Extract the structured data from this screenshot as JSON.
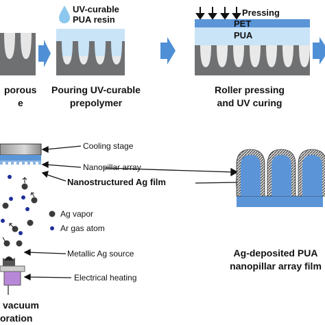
{
  "steps": [
    {
      "caption_line1": "porous",
      "caption_line2": "e"
    },
    {
      "caption_line1": "Pouring UV-curable",
      "caption_line2": "prepolymer",
      "resin_label_line1": "UV-curable",
      "resin_label_line2": "PUA resin"
    },
    {
      "caption_line1": "Roller pressing",
      "caption_line2": "and UV curing",
      "pressing_label": "Pressing",
      "pet_label": "PET",
      "pua_label": "PUA"
    }
  ],
  "evaporation": {
    "cooling_stage": "Cooling stage",
    "nanopillar_array": "Nanopillar array",
    "ag_film": "Nanostructured Ag film",
    "ag_vapor": "Ag vapor",
    "ar_gas_atom": "Ar gas atom",
    "metallic_source": "Metallic Ag source",
    "electrical_heating": "Electrical heating",
    "chamber_line1": "vacuum",
    "chamber_line2": "oration"
  },
  "result": {
    "caption_line1": "Ag-deposited PUA",
    "caption_line2": "nanopillar array film"
  },
  "colors": {
    "arrow_blue": "#4f8fd6",
    "pua_blue": "#5b95d8",
    "light_blue": "#c9e3f7",
    "template_gray": "#6f7072",
    "ag_dark": "#3b3b3b",
    "ar_blue": "#1f2f9a",
    "heater_purple": "#b888d8"
  }
}
